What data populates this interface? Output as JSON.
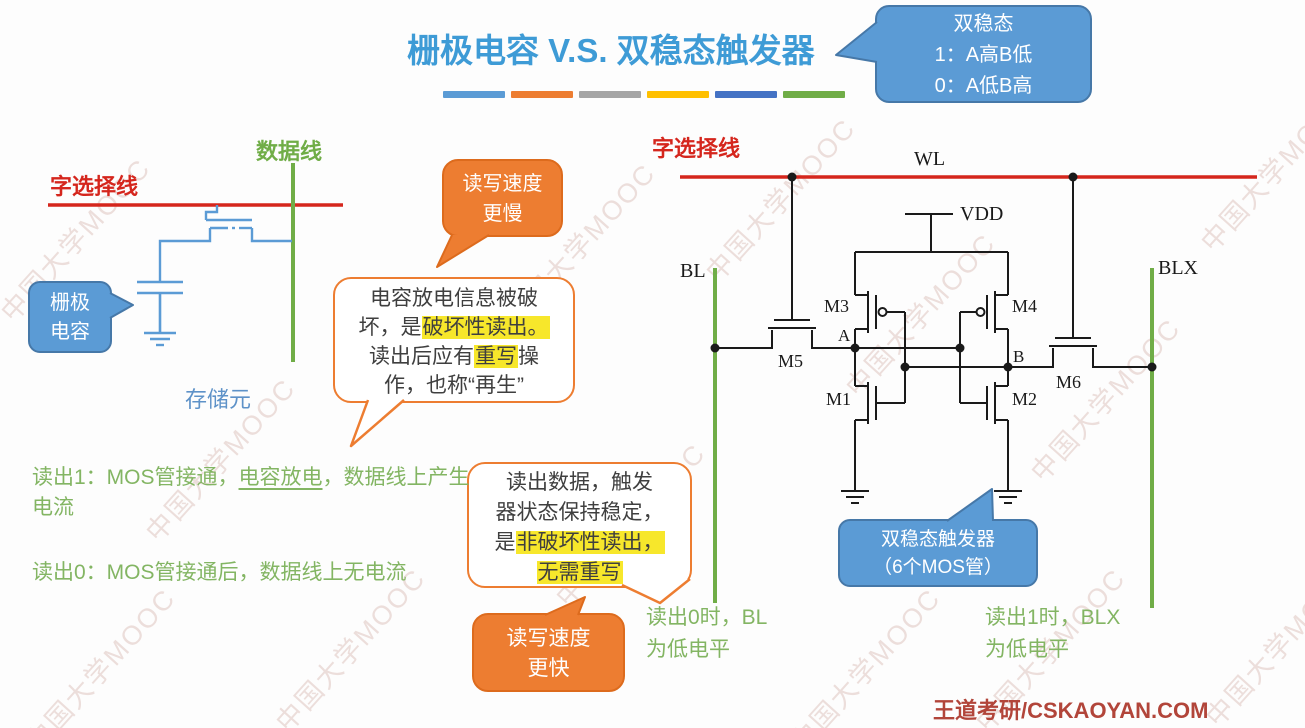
{
  "slide": {
    "title": "栅极电容 V.S. 双稳态触发器",
    "credit": "王道考研/CSKAOYAN.COM",
    "watermark": "中国大学MOOC"
  },
  "theme": {
    "blue": "#5B9BD5",
    "orange": "#ED7D31",
    "green": "#70AD47",
    "red": "#D5261D",
    "title_blue": "#3E9BD6",
    "highlight_yellow": "#F7E72B",
    "green_text": "#83B563",
    "credit_red": "#B2453A",
    "dash_colors": [
      "#5B9BD5",
      "#ED7D31",
      "#A5A5A5",
      "#FFC000",
      "#4472C4",
      "#70AD47"
    ]
  },
  "bistable_note": "双稳态\n1：A高B低\n0：A低B高",
  "left": {
    "word_line": "字选择线",
    "data_line": "数据线",
    "cap_callout": "栅极\n电容",
    "cell": "存储元",
    "read1": [
      {
        "t": "读出1：MOS管接通，"
      },
      {
        "t": "电容放电",
        "u": true
      },
      {
        "t": "，数据线上产生电流"
      }
    ],
    "read0": [
      {
        "t": "读出0：MOS管接通后，数据线上无电流"
      }
    ]
  },
  "middle": {
    "slow": "读写速度\n更慢",
    "fast": "读写速度\n更快",
    "destructive": {
      "lines": [
        [
          {
            "t": "电容放电信息被破"
          }
        ],
        [
          {
            "t": "坏，是"
          },
          {
            "t": "破坏性读出。",
            "h": true
          }
        ],
        [
          {
            "t": "读出后应有"
          },
          {
            "t": "重写",
            "h": true
          },
          {
            "t": "操"
          }
        ],
        [
          {
            "t": "作，也称“再生”"
          }
        ]
      ]
    },
    "nondestructive": {
      "lines": [
        [
          {
            "t": "读出数据，触发"
          }
        ],
        [
          {
            "t": "器状态保持稳定，"
          }
        ],
        [
          {
            "t": "是"
          },
          {
            "t": "非破坏性读出，",
            "h": true
          }
        ],
        [
          {
            "t": "无需重写",
            "h": true
          }
        ]
      ]
    }
  },
  "right": {
    "word_line": "字选择线",
    "wl": "WL",
    "vdd": "VDD",
    "bl": "BL",
    "blx": "BLX",
    "m1": "M1",
    "m2": "M2",
    "m3": "M3",
    "m4": "M4",
    "m5": "M5",
    "m6": "M6",
    "a": "A",
    "b": "B",
    "flipflop_callout": "双稳态触发器\n（6个MOS管）",
    "bl_note": "读出0时，BL\n为低电平",
    "blx_note": "读出1时，BLX\n为低电平"
  }
}
